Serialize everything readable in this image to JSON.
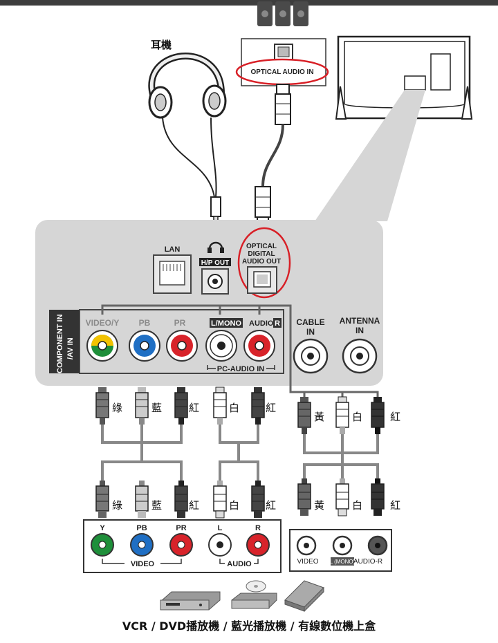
{
  "labels": {
    "headphones": "耳機",
    "optical_audio_in": "OPTICAL AUDIO IN",
    "lan": "LAN",
    "hp_out": "H/P OUT",
    "optical_out": [
      "OPTICAL",
      "DIGITAL",
      "AUDIO OUT"
    ],
    "component_side": [
      "COMPONENT IN",
      "/AV IN"
    ],
    "video_y": "VIDEO/Y",
    "pb": "PB",
    "pr": "PR",
    "l_mono": "L/MONO",
    "audio": "AUDIO",
    "r": "R",
    "pc_audio_in": "PC-AUDIO IN",
    "cable_in": [
      "CABLE",
      "IN"
    ],
    "antenna_in": [
      "ANTENNA",
      "IN"
    ],
    "plug_green": "綠",
    "plug_blue": "藍",
    "plug_red": "紅",
    "plug_white": "白",
    "plug_yellow": "黃",
    "dev_y": "Y",
    "dev_pb": "PB",
    "dev_pr": "PR",
    "dev_l": "L",
    "dev_r": "R",
    "dev_video": "VIDEO",
    "dev_audio": "AUDIO",
    "dev2_video": "VIDEO",
    "dev2_lmono": "L (MONO)",
    "dev2_audio_r": "AUDIO-R",
    "footer": "VCR / DVD播放機 / 藍光播放機 / 有線數位機上盒"
  },
  "colors": {
    "panel": "#d6d6d6",
    "highlight": "#d81f26",
    "jack_green": "#1e8f3a",
    "jack_blue": "#1f6fc4",
    "jack_red": "#d8232a",
    "jack_yellow": "#f2c200"
  }
}
